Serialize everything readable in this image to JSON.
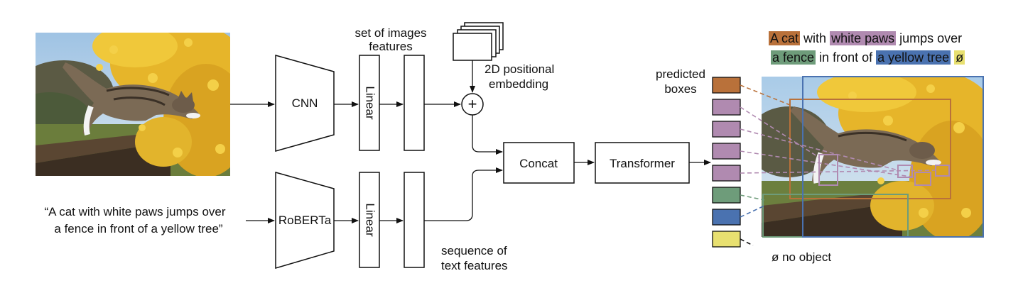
{
  "colors": {
    "chip_orange": "#b9713a",
    "chip_purple": "#b08ab0",
    "chip_green": "#6e9c7a",
    "chip_blue": "#4a72b0",
    "chip_yellow": "#e8e070"
  },
  "blocks": {
    "cnn": "CNN",
    "roberta": "RoBERTa",
    "linear_top": "Linear",
    "linear_bottom": "Linear",
    "concat": "Concat",
    "transformer": "Transformer",
    "plus": "+"
  },
  "labels": {
    "image_features_1": "set of images",
    "image_features_2": "features",
    "pos_emb_1": "2D positional",
    "pos_emb_2": "embedding",
    "text_features_1": "sequence of",
    "text_features_2": "text features",
    "predicted_1": "predicted",
    "predicted_2": "boxes",
    "no_object": "ø no object"
  },
  "caption": {
    "line1": "“A cat with white paws jumps over",
    "line2": "a fence in front of a yellow tree”"
  },
  "highlighted_text": {
    "chip_cat": "A cat",
    "word_with": "with",
    "chip_paws": "white paws",
    "word_jumps": "jumps over",
    "chip_fence": "a fence",
    "word_front": "in front of",
    "chip_tree": "a yellow tree",
    "chip_empty": "ø"
  }
}
